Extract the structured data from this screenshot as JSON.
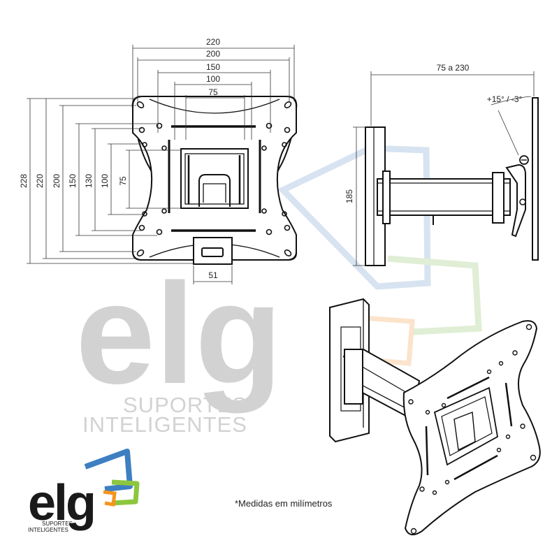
{
  "dimensions": {
    "front_width": [
      "220",
      "200",
      "150",
      "100",
      "75"
    ],
    "front_height": [
      "228",
      "220",
      "200",
      "150",
      "130",
      "100",
      "75"
    ],
    "bottom_tab": "51",
    "side_depth": "75 a 230",
    "side_tilt": "+15° / -3°",
    "side_height": "185"
  },
  "watermark": {
    "logo_text": "elg",
    "line1": "SUPORTES",
    "line2": "INTELIGENTES"
  },
  "brand_logo": {
    "text": "elg",
    "line1": "SUPORTES",
    "line2": "INTELIGENTES",
    "colors": {
      "blue": "#3e7fc1",
      "green": "#8dc63f",
      "orange": "#f7941d",
      "black": "#1a1a1a"
    }
  },
  "note": "*Medidas em milímetros"
}
